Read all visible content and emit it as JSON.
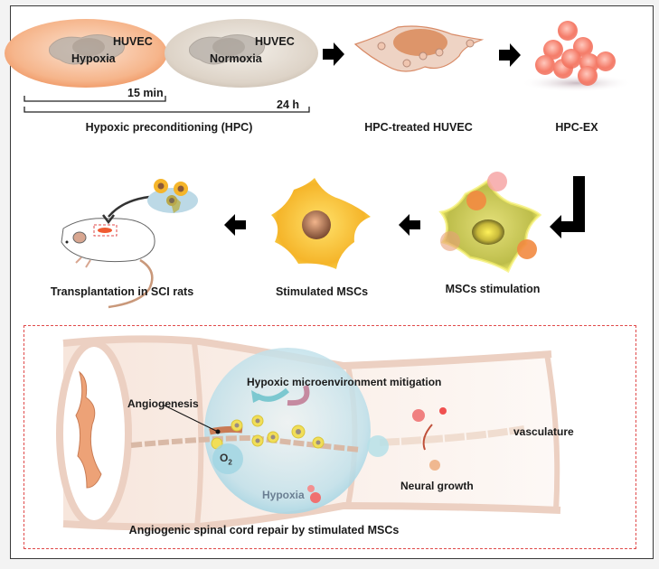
{
  "panel_top": {
    "cell_left": {
      "cell_label": "HUVEC",
      "condition": "Hypoxia"
    },
    "cell_right": {
      "cell_label": "HUVEC",
      "condition": "Normoxia"
    },
    "timeline_short": "15 min",
    "timeline_long": "24 h",
    "step1_caption": "Hypoxic preconditioning (HPC)",
    "step2_caption": "HPC-treated HUVEC",
    "step3_caption": "HPC-EX"
  },
  "panel_middle": {
    "step4_caption": "MSCs stimulation",
    "step5_caption": "Stimulated MSCs",
    "step6_caption": "Transplantation in SCI rats"
  },
  "panel_bottom": {
    "label_angiogenesis": "Angiogenesis",
    "label_mitigation": "Hypoxic microenvironment mitigation",
    "label_o2": "O",
    "label_o2_sub": "2",
    "label_hypoxia": "Hypoxia",
    "label_vasculature": "vasculature",
    "label_neural": "Neural growth",
    "caption": "Angiogenic spinal cord repair by stimulated MSCs"
  },
  "colors": {
    "hypoxia_orange": "#f0a070",
    "normoxia_beige": "#d9cfc3",
    "exosome_red": "#f47a68",
    "msc_yellow": "#f5c030",
    "cord_tan": "#efd6c8",
    "dash_red": "#e04a4a",
    "bubble_blue": "#bfe3ee"
  }
}
